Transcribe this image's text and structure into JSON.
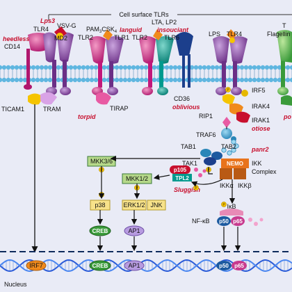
{
  "header": {
    "cell_surface": "Cell surface TLRs"
  },
  "receptors": {
    "lps3": "Lps3",
    "tlr4": "TLR4",
    "vsvg": "VSV-G",
    "heedless": "heedless",
    "md2": "MD2",
    "cd14": "CD14",
    "pam": "PAM",
    "pam_sub": "3",
    "csk": "CSK",
    "csk_sub": "4",
    "tlr2": "TLR2",
    "tlr1": "TLR1",
    "lta_lp2": "LTA, LP2",
    "languid": "languid",
    "insouciant": "insouciant",
    "tlr2b": "TLR2",
    "tlr6": "TLR6",
    "lps": "LPS",
    "tlr4b": "TLR4",
    "tlr5": "T",
    "flagellin": "Flagellin"
  },
  "adaptors": {
    "ticam1": "TICAM1",
    "tram": "TRAM",
    "tirap": "TIRAP",
    "torpid": "torpid",
    "cd36": "CD36",
    "oblivious": "oblivious",
    "po": "po"
  },
  "kinases": {
    "irf5": "IRF5",
    "irak4": "IRAK4",
    "irak1": "IRAK1",
    "rip1": "RIP1",
    "otiose": "otiose",
    "traf6": "TRAF6",
    "tab1": "TAB1",
    "tab2": "TAB2",
    "tak1": "TAK1",
    "panr2": "panr2",
    "nemo": "NEMO",
    "ikk": "IKK",
    "complex": "Complex",
    "ikka": "IKKα",
    "ikkb": "IKKβ",
    "p105": "p105",
    "tpl2": "TPL2",
    "sluggish": "Sluggish",
    "mkk36": "MKK3/6",
    "mkk12": "MKK1/2",
    "p38": "p38",
    "erk12": "ERK1/2",
    "jnk": "JNK",
    "creb": "CREB",
    "ap1": "AP1",
    "ikb": "IκB",
    "nfkb": "NF-κB",
    "p50": "p50",
    "p65": "p65",
    "phospho": "P"
  },
  "nucleus": {
    "label": "Nucleus",
    "irf7": "IRF7",
    "creb": "CREB",
    "ap1": "AP1",
    "p50": "p50",
    "p65": "p65"
  },
  "colors": {
    "background": "#e9ebf6",
    "membrane_head": "#5fb6e0",
    "tlr_purple": "#6b2f86",
    "tlr_teal": "#009a8e",
    "tlr_magenta": "#c2187b",
    "ligand_orange": "#f08a1c",
    "accent_red": "#c8102e",
    "mapk_green": "#b6d98a",
    "creb_green": "#3a9a3a",
    "ap1_violet": "#b79be0",
    "p65_magenta": "#c83a8e"
  }
}
